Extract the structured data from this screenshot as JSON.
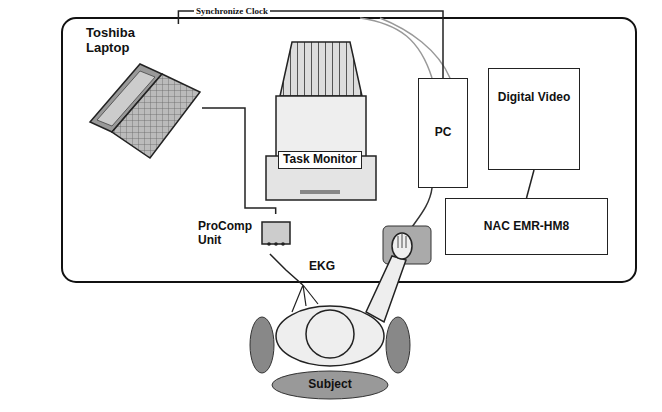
{
  "diagram": {
    "nodes": [
      {
        "text": [
          "Toshiba Laptop"
        ]
      },
      {
        "text": [
          "Task Monitor"
        ]
      },
      {
        "text": [
          "PC"
        ]
      },
      {
        "text": [
          "Digital Video"
        ]
      },
      {
        "text": [
          "NAC EMR-HM8"
        ]
      },
      {
        "text": [
          "ProComp Unit"
        ]
      },
      {
        "text": [
          "Subject"
        ]
      }
    ],
    "edges": [
      {
        "from": 0,
        "to": 2,
        "label": "Synchronize Clock",
        "arrow": "none"
      },
      {
        "from": 0,
        "to": 5,
        "arrow": "none"
      },
      {
        "from": 3,
        "to": 4,
        "arrow": "none"
      },
      {
        "from": 5,
        "to": 6,
        "label": "EKG",
        "arrow": "none"
      }
    ]
  }
}
